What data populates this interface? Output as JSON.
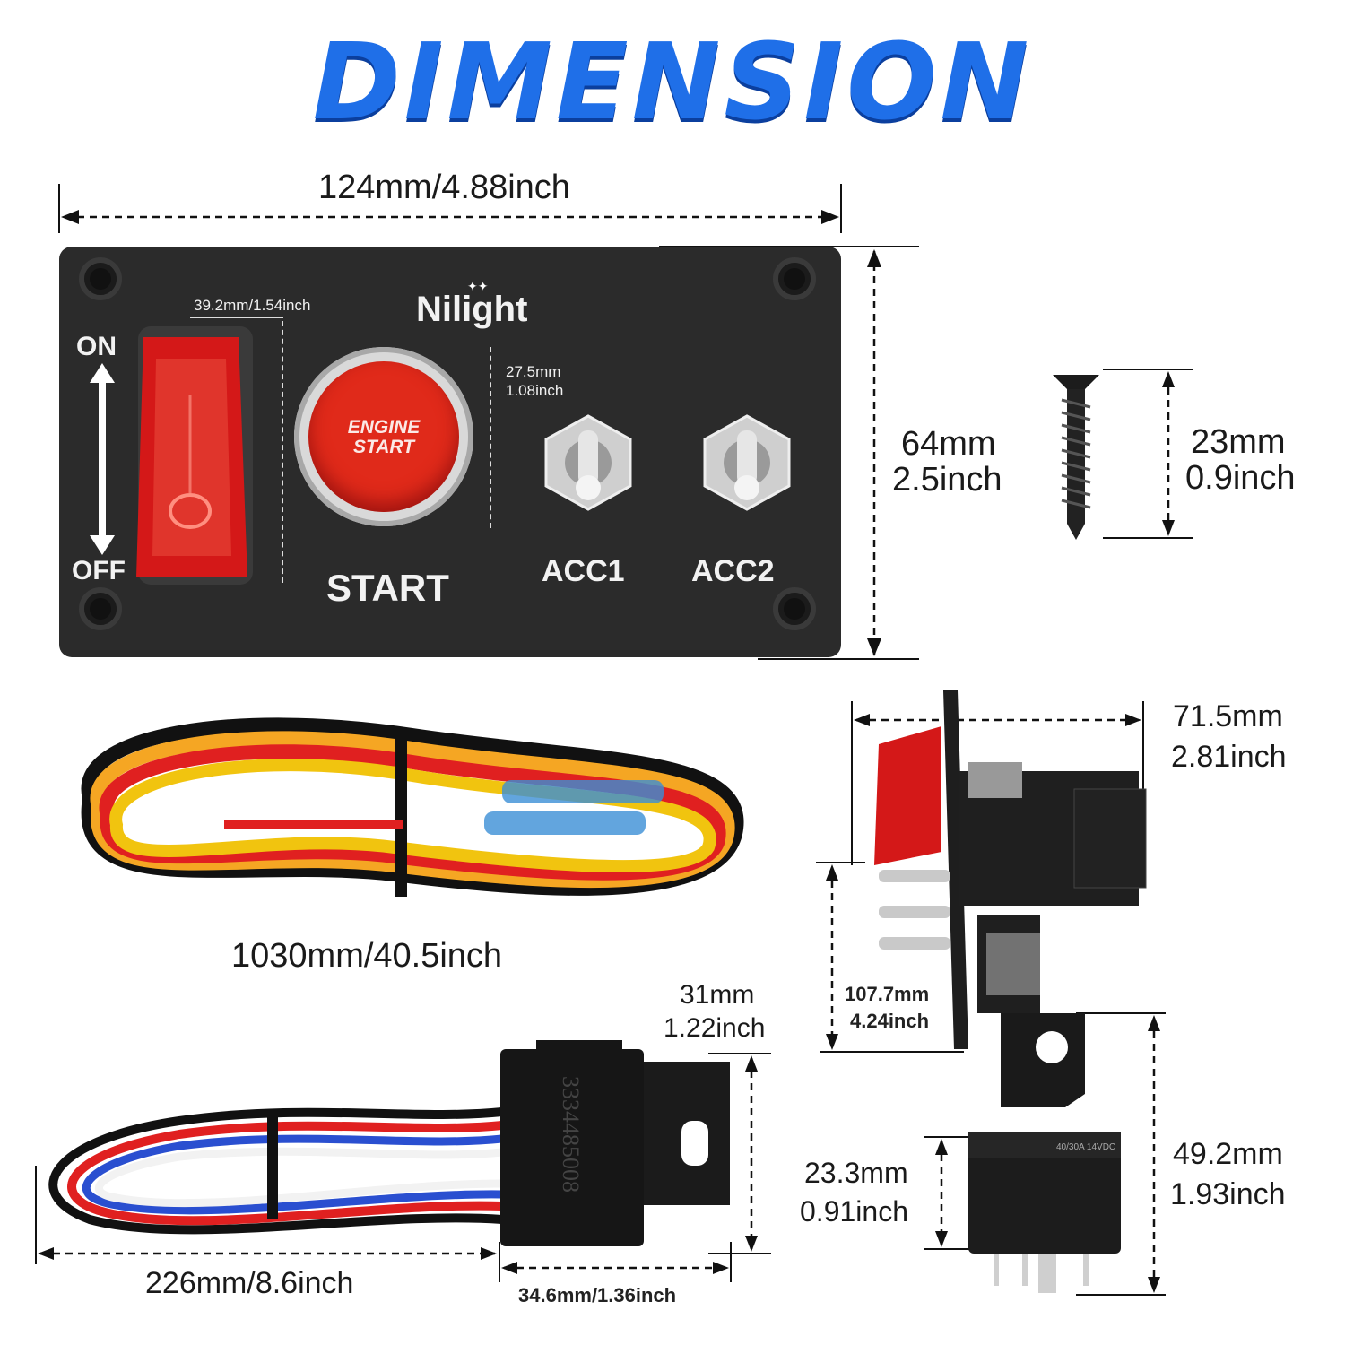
{
  "header": {
    "title": "DIMENSION"
  },
  "panel": {
    "width_label": "124mm/4.88inch",
    "height_label_1": "64mm",
    "height_label_2": "2.5inch",
    "brand": "Nilight",
    "on_label": "ON",
    "off_label": "OFF",
    "cover_width_label": "39.2mm/1.54inch",
    "button_text_1": "ENGINE",
    "button_text_2": "START",
    "button_diam_1": "27.5mm",
    "button_diam_2": "1.08inch",
    "start_label": "START",
    "acc1_label": "ACC1",
    "acc2_label": "ACC2"
  },
  "screw": {
    "label_1": "23mm",
    "label_2": "0.9inch"
  },
  "harness": {
    "label": "1030mm/40.5inch"
  },
  "side_view": {
    "depth_1": "71.5mm",
    "depth_2": "2.81inch",
    "height_1": "107.7mm",
    "height_2": "4.24inch"
  },
  "relay_harness": {
    "length_label": "226mm/8.6inch",
    "width_label": "34.6mm/1.36inch",
    "height_1": "31mm",
    "height_2": "1.22inch",
    "socket_text": "3334485008"
  },
  "relay": {
    "body_1": "23.3mm",
    "body_2": "0.91inch",
    "total_1": "49.2mm",
    "total_2": "1.93inch",
    "spec": "40/30A 14VDC"
  }
}
